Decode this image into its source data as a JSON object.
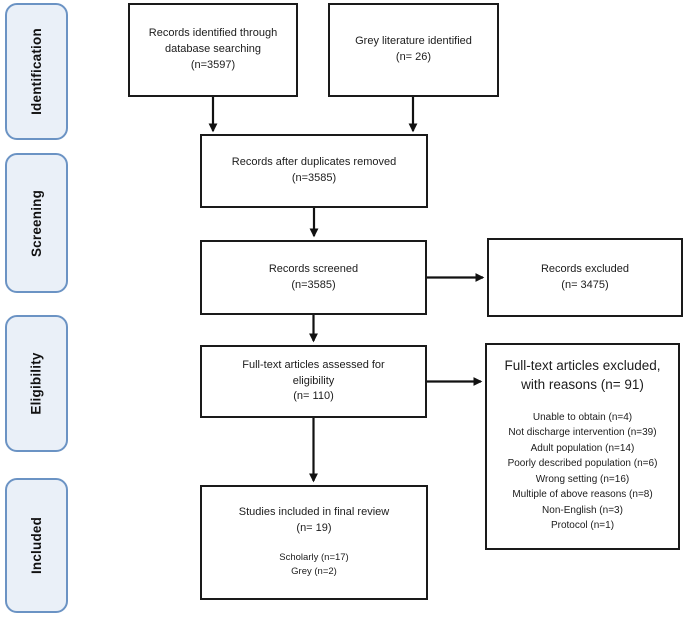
{
  "diagram": {
    "type": "prisma-flow-diagram",
    "colors": {
      "stage_fill": "#eaf0f8",
      "stage_border": "#6b93c4",
      "box_border": "#1a1a1a",
      "arrow": "#111111"
    },
    "stages": [
      {
        "label": "Identification"
      },
      {
        "label": "Screening"
      },
      {
        "label": "Eligibility"
      },
      {
        "label": "Included"
      }
    ],
    "boxes": {
      "database_search": {
        "text": "Records identified through\ndatabase searching",
        "count": "(n=3597)"
      },
      "grey_literature": {
        "text": "Grey literature identified",
        "count": "(n= 26)"
      },
      "duplicates_removed": {
        "text": "Records after duplicates removed",
        "count": "(n=3585)"
      },
      "records_screened": {
        "text": "Records screened",
        "count": "(n=3585)"
      },
      "records_excluded": {
        "text": "Records excluded",
        "count": "(n= 3475)"
      },
      "fulltext_assessed": {
        "text": "Full-text articles assessed for\neligibility",
        "count": "(n= 110)"
      },
      "fulltext_excluded": {
        "text": "Full-text articles excluded,\nwith reasons  (n= 91)",
        "reasons": [
          "Unable to obtain (n=4)",
          "Not discharge intervention (n=39)",
          "Adult population (n=14)",
          "Poorly described population (n=6)",
          "Wrong setting (n=16)",
          "Multiple of above reasons (n=8)",
          "Non-English (n=3)",
          "Protocol (n=1)"
        ]
      },
      "final_review": {
        "text": "Studies included in final review",
        "count": "(n= 19)",
        "subcounts": [
          "Scholarly (n=17)",
          "Grey (n=2)"
        ]
      }
    }
  }
}
